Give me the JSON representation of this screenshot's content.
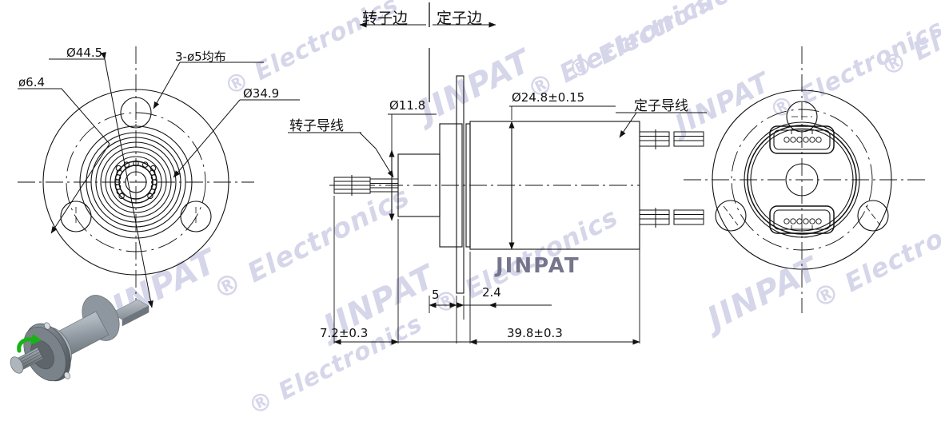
{
  "drawing": {
    "title": "Slip ring technical drawing",
    "watermark_text": "JINPAT",
    "watermark_suffix": "® Electronics",
    "watermark_color": "#d6d6ea",
    "line_color": "#111111"
  },
  "headers": {
    "rotor_side": "转子边",
    "stator_side": "定子边"
  },
  "left_view": {
    "name": "front-flange-view",
    "dims": [
      {
        "id": "d445",
        "text": "Ø44.5"
      },
      {
        "id": "d64",
        "text": "ø6.4"
      },
      {
        "id": "d3x5",
        "text": "3-ø5均布"
      },
      {
        "id": "d349",
        "text": "Ø34.9"
      }
    ]
  },
  "side_view": {
    "name": "section-side-view",
    "labels": [
      {
        "id": "rotor_wire",
        "text": "转子导线"
      },
      {
        "id": "stator_wire",
        "text": "定子导线"
      }
    ],
    "dims": [
      {
        "id": "d118",
        "text": "Ø11.8"
      },
      {
        "id": "d248",
        "text": "Ø24.8±0.15"
      },
      {
        "id": "d72",
        "text": "7.2±0.3"
      },
      {
        "id": "d5",
        "text": "5"
      },
      {
        "id": "d24",
        "text": "2.4"
      },
      {
        "id": "d398",
        "text": "39.8±0.3"
      }
    ]
  },
  "right_view": {
    "name": "rear-flange-view",
    "hole_count": 3,
    "connector_count": 2,
    "pins_per_connector": 6
  },
  "render_3d": {
    "name": "isometric-product-render",
    "rotation_arrow_color": "#17b317",
    "body_color": "#9aa3ad",
    "flange_color": "#6f757c"
  }
}
